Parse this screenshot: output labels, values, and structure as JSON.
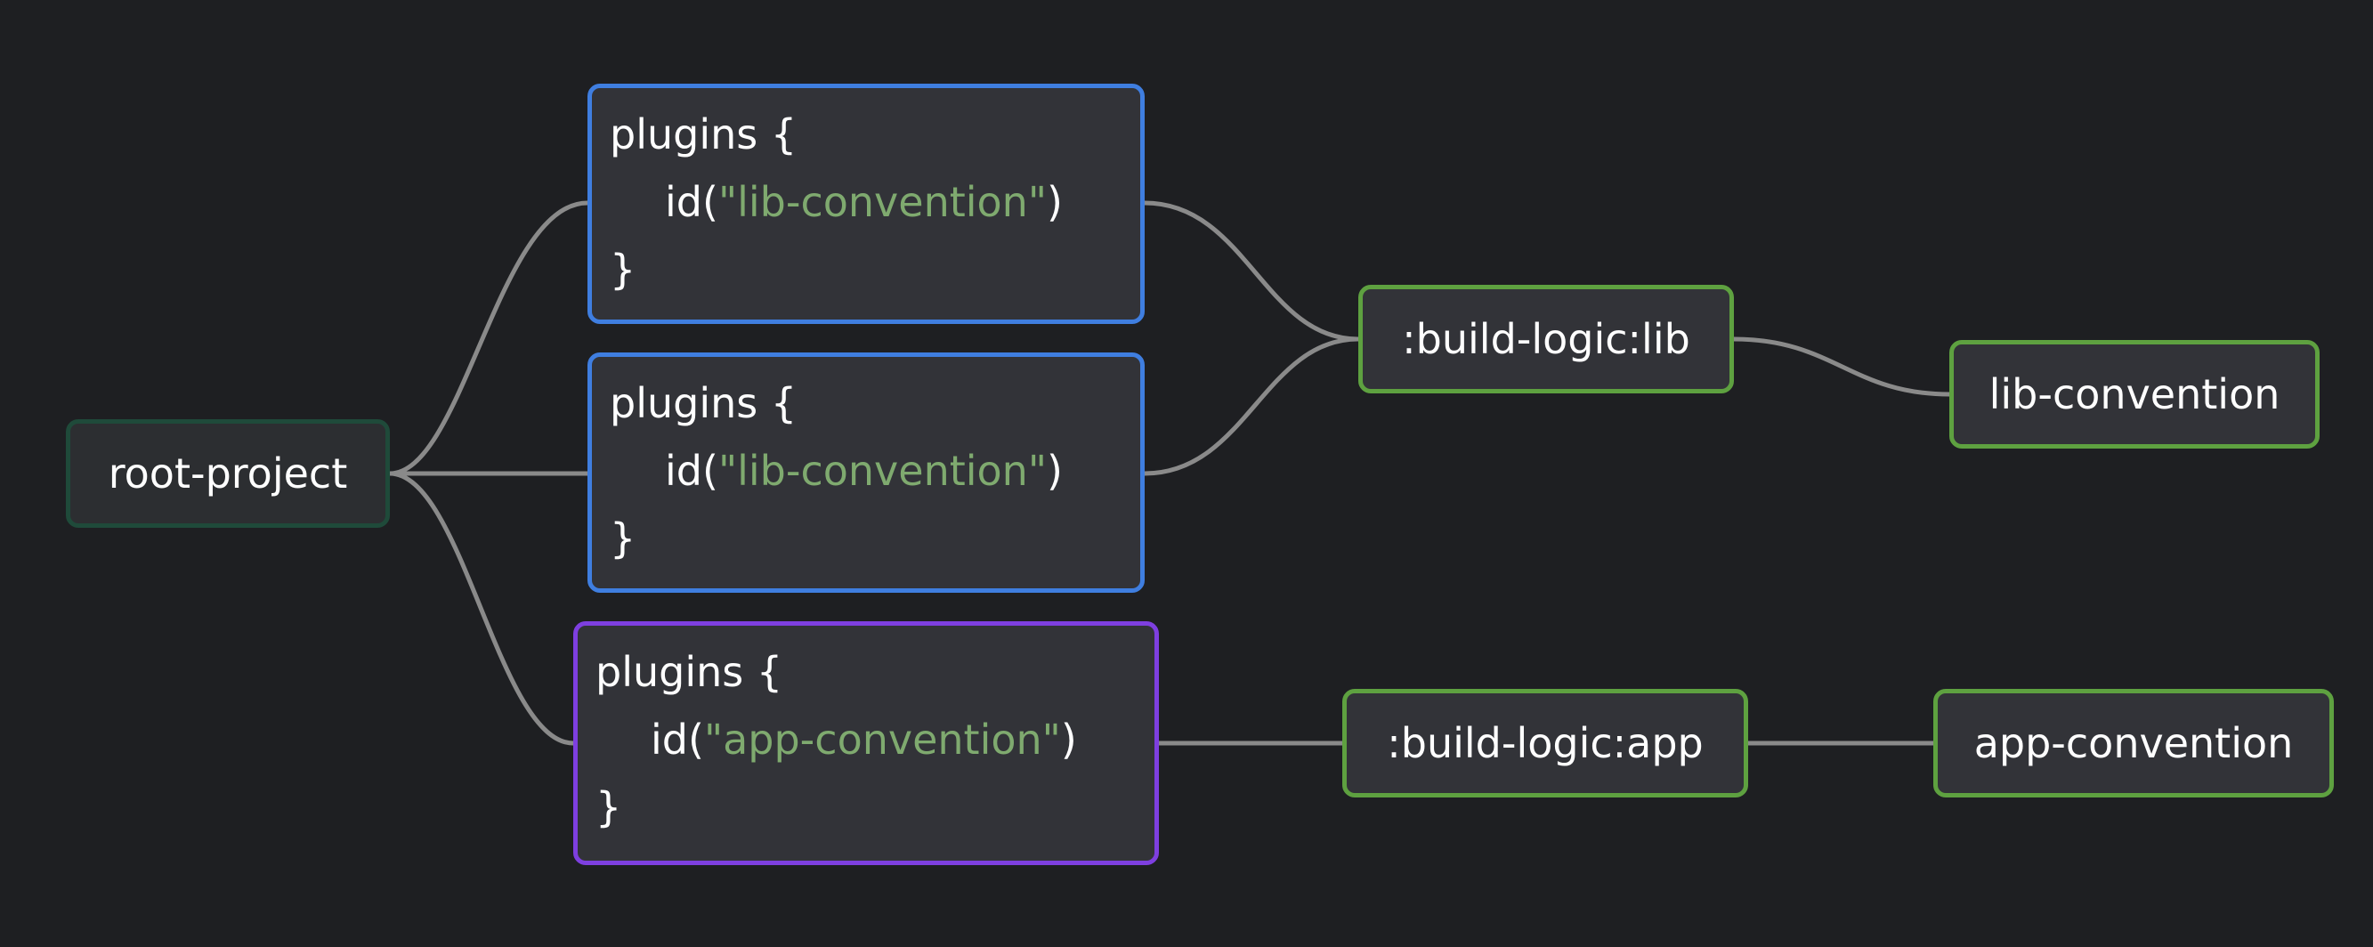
{
  "root": {
    "label": "root-project"
  },
  "plugin_blocks": [
    {
      "open": "plugins {",
      "fn": "id(",
      "arg": "\"lib-convention\"",
      "close_paren": ")",
      "close": "}",
      "accent": "#3f7ee0"
    },
    {
      "open": "plugins {",
      "fn": "id(",
      "arg": "\"lib-convention\"",
      "close_paren": ")",
      "close": "}",
      "accent": "#3f7ee0"
    },
    {
      "open": "plugins {",
      "fn": "id(",
      "arg": "\"app-convention\"",
      "close_paren": ")",
      "close": "}",
      "accent": "#7e3fe0"
    }
  ],
  "modules": [
    {
      "label": ":build-logic:lib"
    },
    {
      "label": ":build-logic:app"
    }
  ],
  "conventions": [
    {
      "label": "lib-convention"
    },
    {
      "label": "app-convention"
    }
  ],
  "colors": {
    "background": "#1e1f22",
    "node_fill": "#323338",
    "edge": "#8a8a8a",
    "module_border": "#5ea140",
    "root_border": "#1f4a3a",
    "string_literal": "#7faa6f"
  }
}
